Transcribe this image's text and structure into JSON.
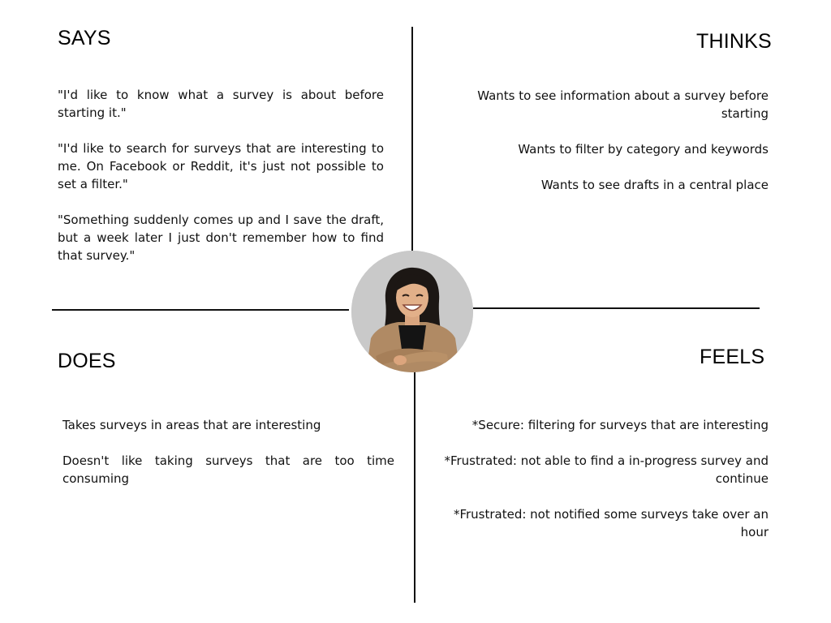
{
  "says": {
    "title": "SAYS",
    "items": [
      "\"I'd like to know what a survey is about before starting it.\"",
      "\"I'd like to search for surveys that are interesting to me. On Facebook or Reddit, it's just not possible to set a filter.\"",
      "\"Something suddenly comes up and I save the draft, but a week later I just don't remember how to find that survey.\""
    ]
  },
  "thinks": {
    "title": "THINKS",
    "items": [
      "Wants to see information about a survey before starting",
      "Wants to filter by category and keywords",
      "Wants to see drafts in a central place"
    ]
  },
  "does": {
    "title": "DOES",
    "items": [
      "Takes surveys in areas that are interesting",
      "Doesn't like taking surveys that are too time consuming"
    ]
  },
  "feels": {
    "title": "FEELS",
    "items": [
      "*Secure: filtering for surveys that are interesting",
      "*Frustrated: not able to find a in-progress survey and continue",
      "*Frustrated: not notified some surveys take over an hour"
    ]
  }
}
